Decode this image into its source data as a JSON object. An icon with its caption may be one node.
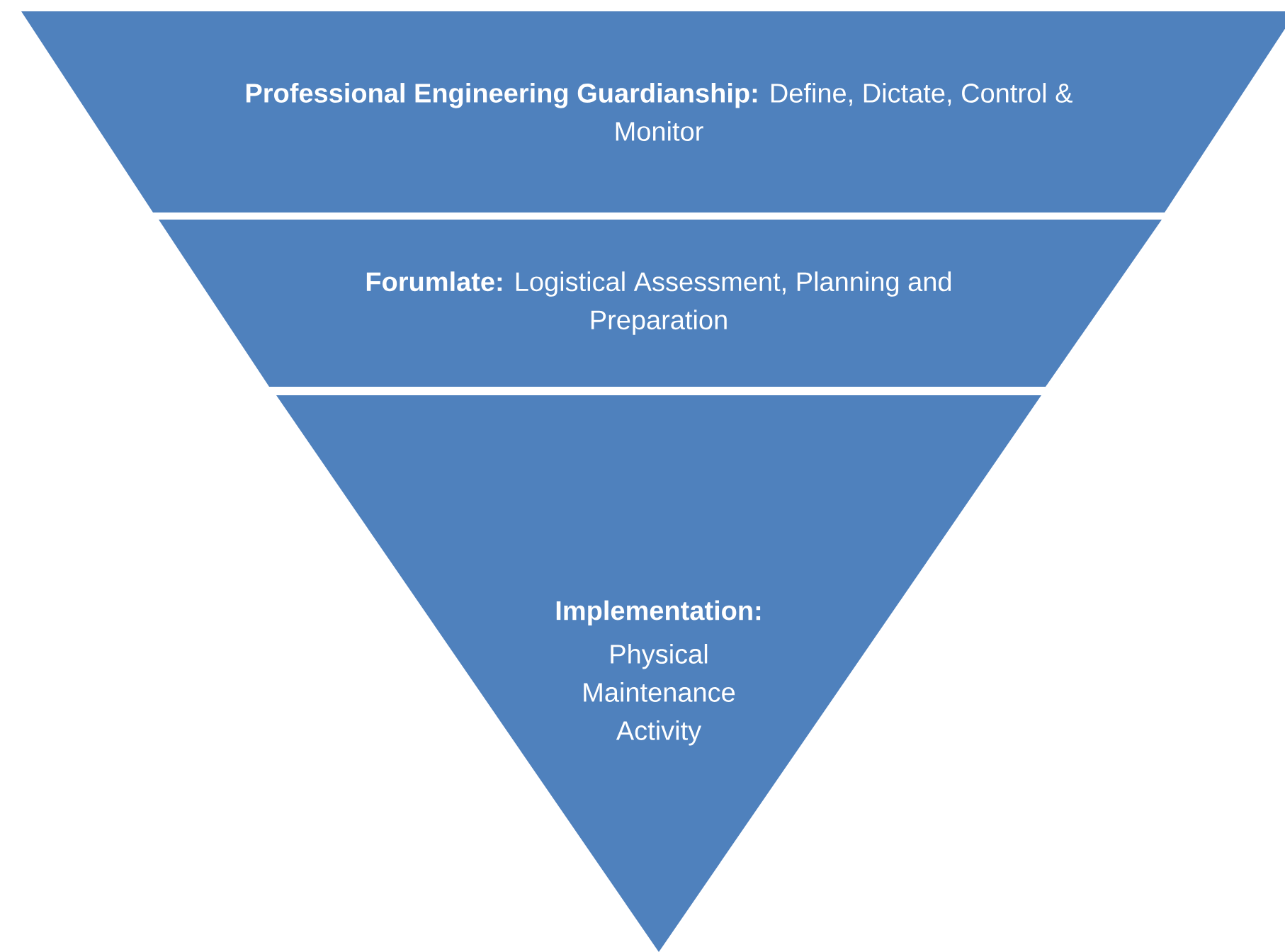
{
  "diagram": {
    "nodes": [
      {
        "text": [
          "**Professional Engineering Guardianship:** Define, Dictate, Control & Monitor"
        ]
      },
      {
        "text": [
          "**Forumlate:** Logistical Assessment, Planning and Preparation"
        ]
      },
      {
        "text": [
          "Implementation:",
          "Physical Maintenance Activity"
        ]
      }
    ]
  }
}
